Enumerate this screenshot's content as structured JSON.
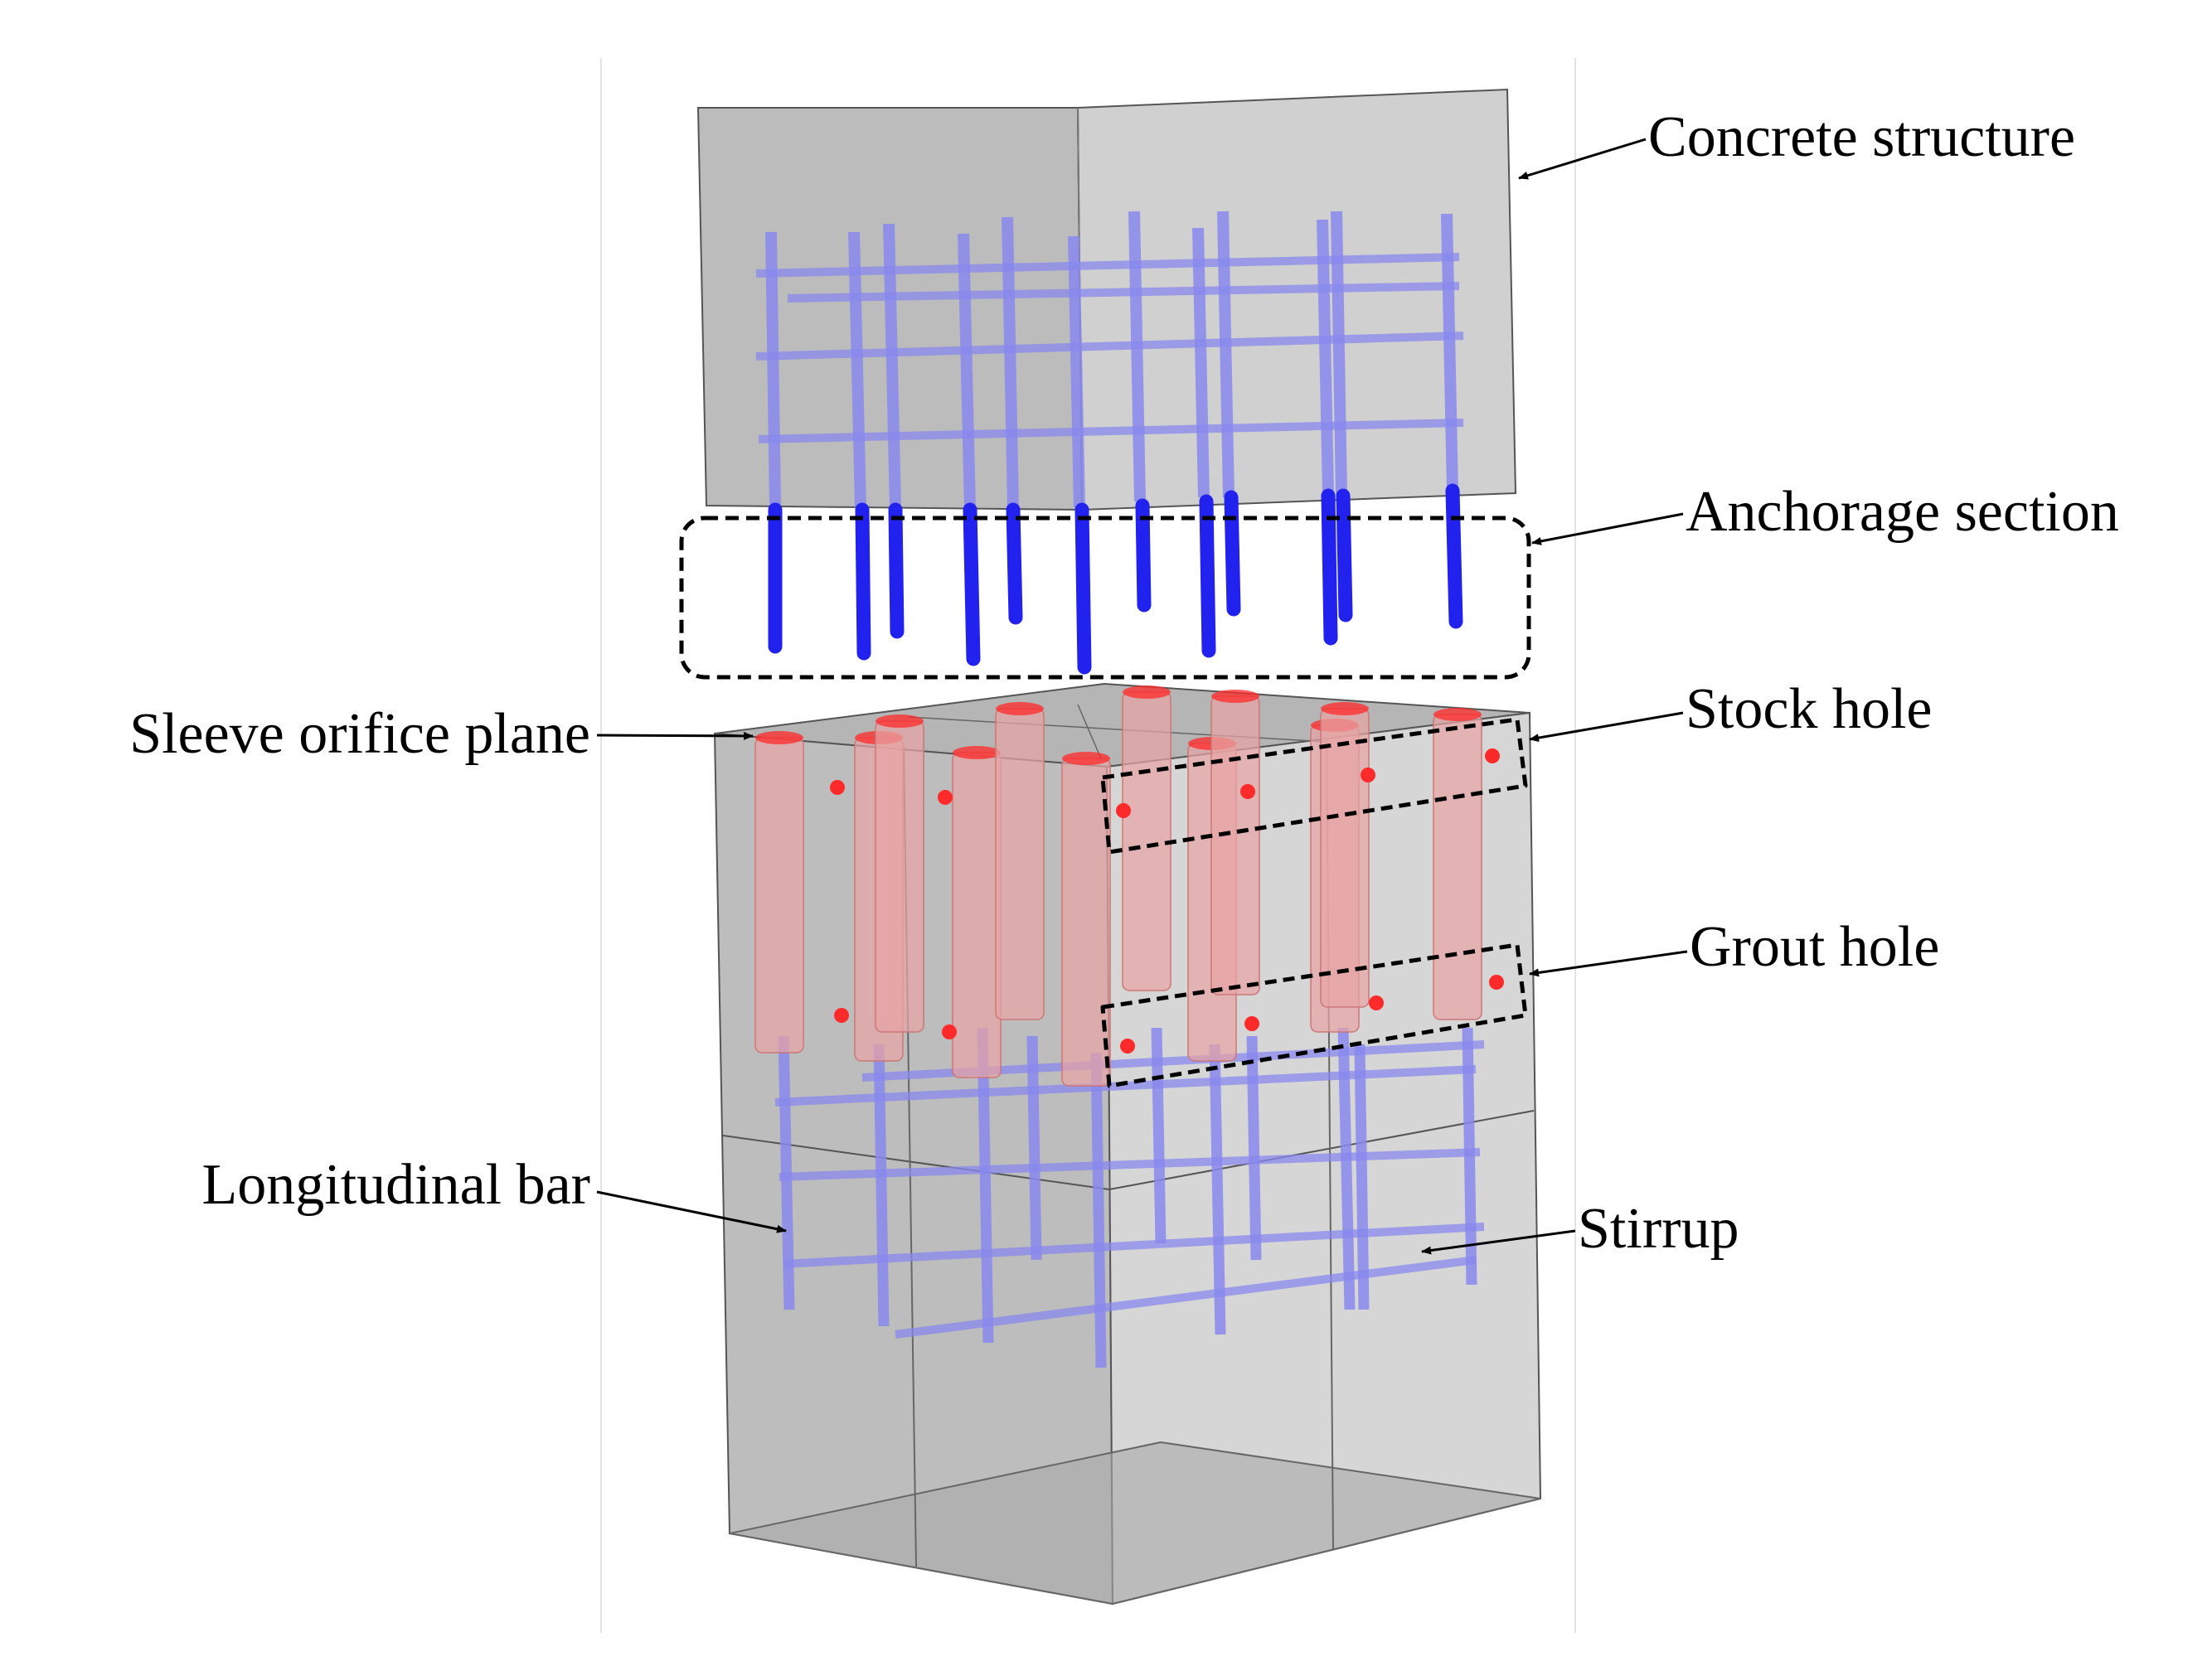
{
  "labels": {
    "concrete_structure": "Concrete structure",
    "anchorage_section": "Anchorage section",
    "sleeve_orifice_plane": "Sleeve orifice plane",
    "stock_hole": "Stock hole",
    "grout_hole": "Grout hole",
    "longitudinal_bar": "Longitudinal bar",
    "stirrup": "Stirrup"
  },
  "colors": {
    "concrete_fill": "#c6c6c6",
    "concrete_edge": "#555555",
    "rebar_transparent": "#8888ee",
    "rebar_exposed": "#2222ee",
    "sleeve": "#e8a3a3",
    "hole_dot": "#ff2a2a",
    "callout_line": "#000000"
  }
}
